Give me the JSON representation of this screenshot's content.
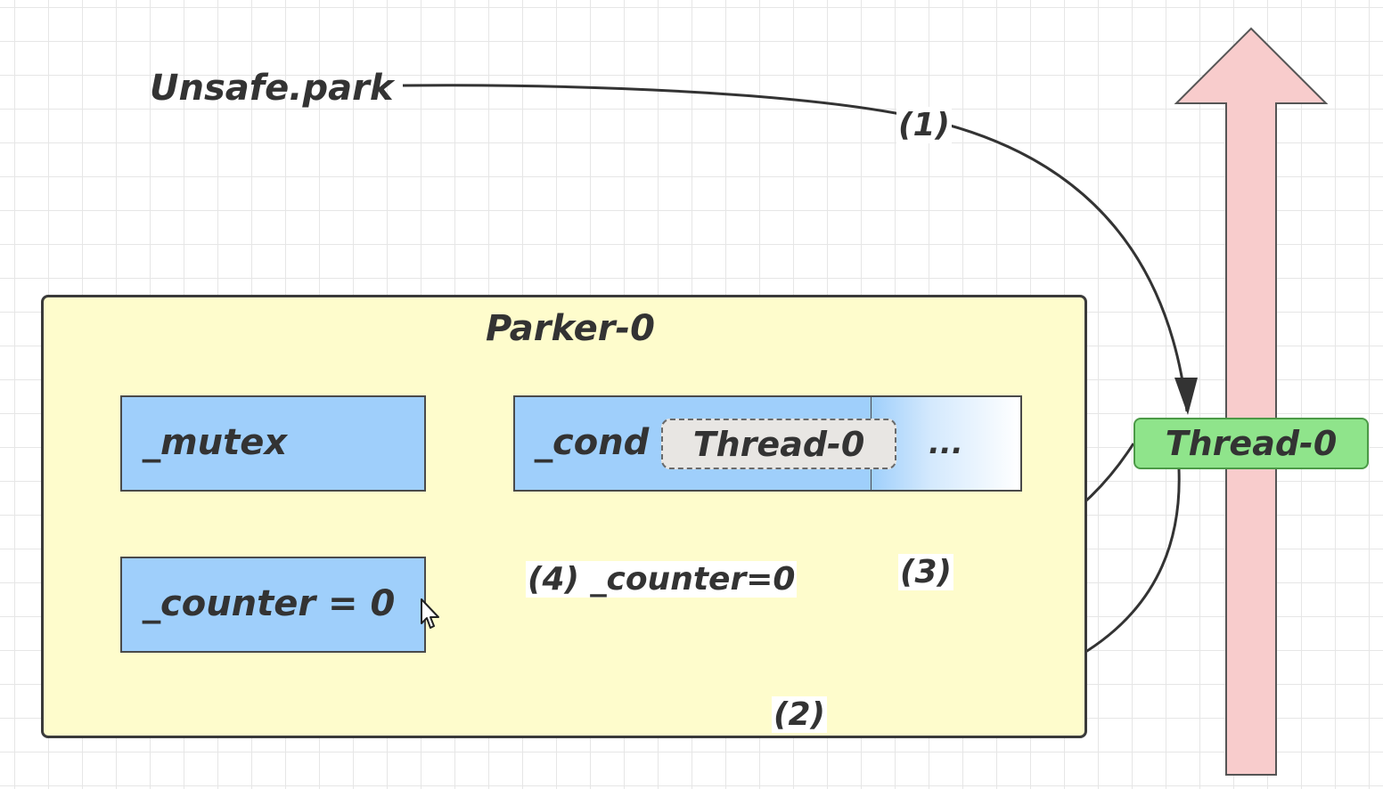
{
  "labels": {
    "unsafe_park": "Unsafe.park",
    "parker": "Parker-0",
    "mutex": "_mutex",
    "cond": "_cond",
    "queue_thread": "Thread-0",
    "queue_more": "...",
    "counter": "_counter = 0",
    "thread": "Thread-0",
    "step1": "(1)",
    "step2": "(2)",
    "step3": "(3)",
    "step4": "(4) _counter=0"
  },
  "colors": {
    "parker_fill": "#fefccc",
    "field_fill": "#9fcffb",
    "thread_fill": "#8fe48b",
    "timeline_arrow": "#f8cccc",
    "connector": "#333333"
  },
  "icons": {
    "cursor": "mouse-pointer-icon"
  }
}
